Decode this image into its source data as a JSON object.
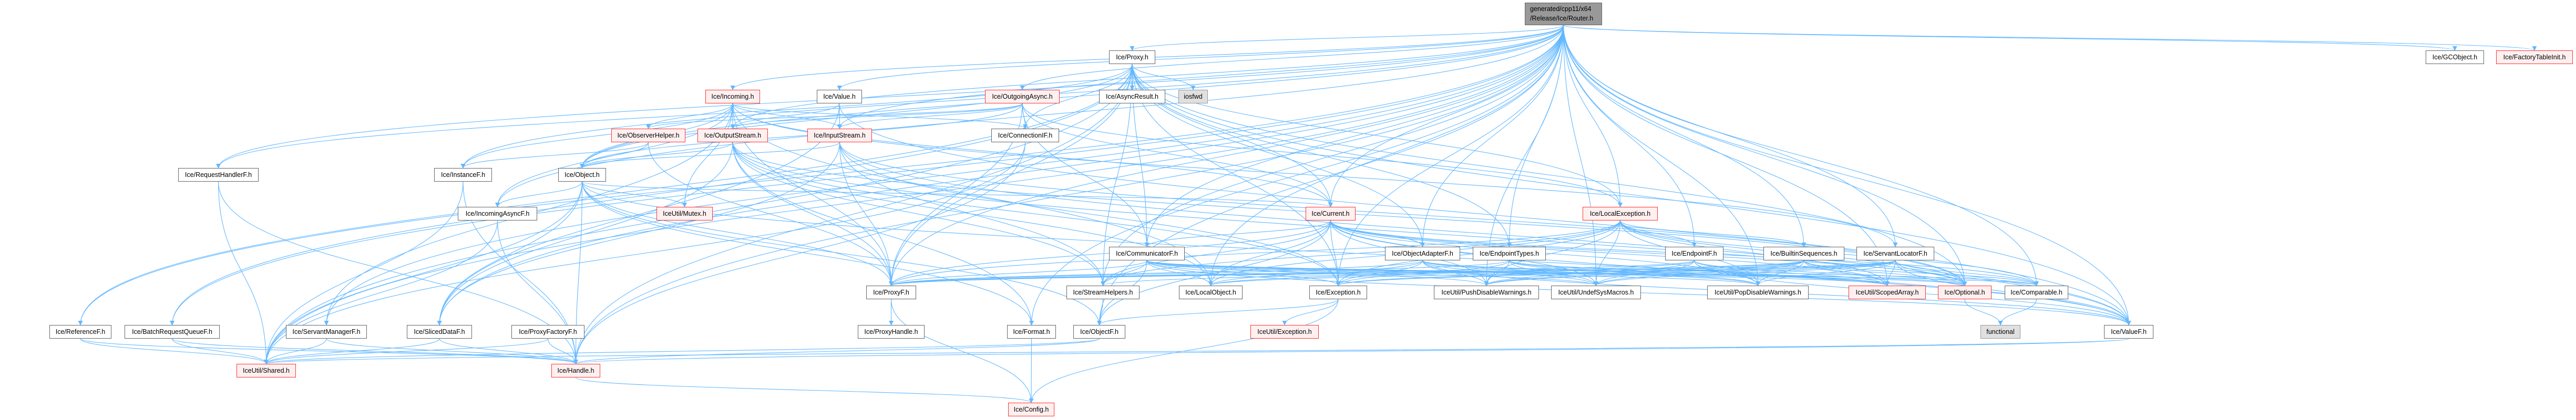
{
  "colors": {
    "edge": "#63b8ff",
    "red_border": "#ff3333",
    "red_fill": "#fff0f0",
    "root_fill": "#999999",
    "system_fill": "#e0e0e0"
  },
  "nodes": [
    {
      "id": "root",
      "label": "generated/cpp11/x64\n/Release/Ice/Router.h",
      "style": "root"
    },
    {
      "id": "proxy",
      "label": "Ice/Proxy.h",
      "style": "normal"
    },
    {
      "id": "gcobject",
      "label": "Ice/GCObject.h",
      "style": "normal"
    },
    {
      "id": "factorytableinit",
      "label": "Ice/FactoryTableInit.h",
      "style": "red"
    },
    {
      "id": "incoming",
      "label": "Ice/Incoming.h",
      "style": "red"
    },
    {
      "id": "value",
      "label": "Ice/Value.h",
      "style": "normal"
    },
    {
      "id": "outgoingasync",
      "label": "Ice/OutgoingAsync.h",
      "style": "red"
    },
    {
      "id": "asyncresult",
      "label": "Ice/AsyncResult.h",
      "style": "normal"
    },
    {
      "id": "iosfwd",
      "label": "iosfwd",
      "style": "gray"
    },
    {
      "id": "observerhelper",
      "label": "Ice/ObserverHelper.h",
      "style": "red"
    },
    {
      "id": "outputstream",
      "label": "Ice/OutputStream.h",
      "style": "red"
    },
    {
      "id": "inputstream",
      "label": "Ice/InputStream.h",
      "style": "red"
    },
    {
      "id": "connectionif",
      "label": "Ice/ConnectionIF.h",
      "style": "normal"
    },
    {
      "id": "requesthandlerf",
      "label": "Ice/RequestHandlerF.h",
      "style": "normal"
    },
    {
      "id": "instancef",
      "label": "Ice/InstanceF.h",
      "style": "normal"
    },
    {
      "id": "object",
      "label": "Ice/Object.h",
      "style": "normal"
    },
    {
      "id": "incomingasyncf",
      "label": "Ice/IncomingAsyncF.h",
      "style": "normal"
    },
    {
      "id": "mutex",
      "label": "IceUtil/Mutex.h",
      "style": "red"
    },
    {
      "id": "current",
      "label": "Ice/Current.h",
      "style": "red"
    },
    {
      "id": "localexception",
      "label": "Ice/LocalException.h",
      "style": "red"
    },
    {
      "id": "communicatorf",
      "label": "Ice/CommunicatorF.h",
      "style": "normal"
    },
    {
      "id": "objectadapterf",
      "label": "Ice/ObjectAdapterF.h",
      "style": "normal"
    },
    {
      "id": "endpointtypes",
      "label": "Ice/EndpointTypes.h",
      "style": "normal"
    },
    {
      "id": "endpointf",
      "label": "Ice/EndpointF.h",
      "style": "normal"
    },
    {
      "id": "builtinsequences",
      "label": "Ice/BuiltinSequences.h",
      "style": "normal"
    },
    {
      "id": "servantlocatorf",
      "label": "Ice/ServantLocatorF.h",
      "style": "normal"
    },
    {
      "id": "proxyf",
      "label": "Ice/ProxyF.h",
      "style": "normal"
    },
    {
      "id": "streamhelpers",
      "label": "Ice/StreamHelpers.h",
      "style": "normal"
    },
    {
      "id": "localobject",
      "label": "Ice/LocalObject.h",
      "style": "normal"
    },
    {
      "id": "exception",
      "label": "Ice/Exception.h",
      "style": "normal"
    },
    {
      "id": "pushdisable",
      "label": "IceUtil/PushDisableWarnings.h",
      "style": "normal"
    },
    {
      "id": "undefsys",
      "label": "IceUtil/UndefSysMacros.h",
      "style": "normal"
    },
    {
      "id": "popdisable",
      "label": "IceUtil/PopDisableWarnings.h",
      "style": "normal"
    },
    {
      "id": "scopedarray",
      "label": "IceUtil/ScopedArray.h",
      "style": "red"
    },
    {
      "id": "optional",
      "label": "Ice/Optional.h",
      "style": "red"
    },
    {
      "id": "comparable",
      "label": "Ice/Comparable.h",
      "style": "normal"
    },
    {
      "id": "referencef",
      "label": "Ice/ReferenceF.h",
      "style": "normal"
    },
    {
      "id": "batchrequestqueuef",
      "label": "Ice/BatchRequestQueueF.h",
      "style": "normal"
    },
    {
      "id": "servantmanagerf",
      "label": "Ice/ServantManagerF.h",
      "style": "normal"
    },
    {
      "id": "slicedataf",
      "label": "Ice/SlicedDataF.h",
      "style": "normal"
    },
    {
      "id": "proxyfactoryf",
      "label": "Ice/ProxyFactoryF.h",
      "style": "normal"
    },
    {
      "id": "proxyhandle",
      "label": "Ice/ProxyHandle.h",
      "style": "normal"
    },
    {
      "id": "format",
      "label": "Ice/Format.h",
      "style": "normal"
    },
    {
      "id": "objectf",
      "label": "Ice/ObjectF.h",
      "style": "normal"
    },
    {
      "id": "iceutilexception",
      "label": "IceUtil/Exception.h",
      "style": "red"
    },
    {
      "id": "functional",
      "label": "functional",
      "style": "gray"
    },
    {
      "id": "valuef",
      "label": "Ice/ValueF.h",
      "style": "normal"
    },
    {
      "id": "shared",
      "label": "IceUtil/Shared.h",
      "style": "red"
    },
    {
      "id": "handle",
      "label": "Ice/Handle.h",
      "style": "red"
    },
    {
      "id": "config",
      "label": "Ice/Config.h",
      "style": "red"
    }
  ],
  "edges": [
    [
      "root",
      "proxy"
    ],
    [
      "root",
      "gcobject"
    ],
    [
      "root",
      "factorytableinit"
    ],
    [
      "root",
      "incoming"
    ],
    [
      "root",
      "value"
    ],
    [
      "root",
      "outgoingasync"
    ],
    [
      "root",
      "outputstream"
    ],
    [
      "root",
      "inputstream"
    ],
    [
      "root",
      "requesthandlerf"
    ],
    [
      "root",
      "instancef"
    ],
    [
      "root",
      "object"
    ],
    [
      "root",
      "incomingasyncf"
    ],
    [
      "root",
      "current"
    ],
    [
      "root",
      "localexception"
    ],
    [
      "root",
      "communicatorf"
    ],
    [
      "root",
      "objectadapterf"
    ],
    [
      "root",
      "endpointtypes"
    ],
    [
      "root",
      "endpointf"
    ],
    [
      "root",
      "builtinsequences"
    ],
    [
      "root",
      "servantlocatorf"
    ],
    [
      "root",
      "proxyf"
    ],
    [
      "root",
      "streamhelpers"
    ],
    [
      "root",
      "localobject"
    ],
    [
      "root",
      "exception"
    ],
    [
      "root",
      "pushdisable"
    ],
    [
      "root",
      "undefsys"
    ],
    [
      "root",
      "popdisable"
    ],
    [
      "root",
      "scopedarray"
    ],
    [
      "root",
      "optional"
    ],
    [
      "root",
      "comparable"
    ],
    [
      "root",
      "referencef"
    ],
    [
      "root",
      "batchrequestqueuef"
    ],
    [
      "root",
      "servantmanagerf"
    ],
    [
      "root",
      "slicedataf"
    ],
    [
      "root",
      "format"
    ],
    [
      "root",
      "objectf"
    ],
    [
      "root",
      "valuef"
    ],
    [
      "root",
      "shared"
    ],
    [
      "root",
      "handle"
    ],
    [
      "proxy",
      "asyncresult"
    ],
    [
      "proxy",
      "iosfwd"
    ],
    [
      "proxy",
      "connectionif"
    ],
    [
      "proxy",
      "current"
    ],
    [
      "proxy",
      "communicatorf"
    ],
    [
      "proxy",
      "objectadapterf"
    ],
    [
      "proxy",
      "endpointtypes"
    ],
    [
      "proxy",
      "localexception"
    ],
    [
      "proxy",
      "proxyf"
    ],
    [
      "proxy",
      "streamhelpers"
    ],
    [
      "proxy",
      "exception"
    ],
    [
      "proxy",
      "handle"
    ],
    [
      "proxy",
      "shared"
    ],
    [
      "proxy",
      "requesthandlerf"
    ],
    [
      "proxy",
      "referencef"
    ],
    [
      "proxy",
      "batchrequestqueuef"
    ],
    [
      "proxy",
      "valuef"
    ],
    [
      "proxy",
      "optional"
    ],
    [
      "proxy",
      "object"
    ],
    [
      "incoming",
      "observerhelper"
    ],
    [
      "incoming",
      "outputstream"
    ],
    [
      "incoming",
      "inputstream"
    ],
    [
      "incoming",
      "connectionif"
    ],
    [
      "incoming",
      "object"
    ],
    [
      "incoming",
      "mutex"
    ],
    [
      "incoming",
      "current"
    ],
    [
      "incoming",
      "servantlocatorf"
    ],
    [
      "incoming",
      "servantmanagerf"
    ],
    [
      "incoming",
      "incomingasyncf"
    ],
    [
      "incoming",
      "instancef"
    ],
    [
      "incoming",
      "proxyf"
    ],
    [
      "incoming",
      "localobject"
    ],
    [
      "value",
      "outputstream"
    ],
    [
      "value",
      "inputstream"
    ],
    [
      "value",
      "valuef"
    ],
    [
      "value",
      "slicedataf"
    ],
    [
      "outgoingasync",
      "outputstream"
    ],
    [
      "outgoingasync",
      "inputstream"
    ],
    [
      "outgoingasync",
      "connectionif"
    ],
    [
      "outgoingasync",
      "observerhelper"
    ],
    [
      "outgoingasync",
      "object"
    ],
    [
      "outgoingasync",
      "current"
    ],
    [
      "outgoingasync",
      "localexception"
    ],
    [
      "outgoingasync",
      "communicatorf"
    ],
    [
      "outgoingasync",
      "proxyf"
    ],
    [
      "observerhelper",
      "object"
    ],
    [
      "observerhelper",
      "proxyf"
    ],
    [
      "observerhelper",
      "instancef"
    ],
    [
      "outputstream",
      "object"
    ],
    [
      "outputstream",
      "proxyf"
    ],
    [
      "outputstream",
      "streamhelpers"
    ],
    [
      "outputstream",
      "localobject"
    ],
    [
      "outputstream",
      "exception"
    ],
    [
      "outputstream",
      "slicedataf"
    ],
    [
      "outputstream",
      "format"
    ],
    [
      "outputstream",
      "optional"
    ],
    [
      "outputstream",
      "valuef"
    ],
    [
      "inputstream",
      "object"
    ],
    [
      "inputstream",
      "proxyf"
    ],
    [
      "inputstream",
      "streamhelpers"
    ],
    [
      "inputstream",
      "slicedataf"
    ],
    [
      "inputstream",
      "valuef"
    ],
    [
      "inputstream",
      "optional"
    ],
    [
      "inputstream",
      "exception"
    ],
    [
      "connectionif",
      "handle"
    ],
    [
      "connectionif",
      "shared"
    ],
    [
      "requesthandlerf",
      "shared"
    ],
    [
      "requesthandlerf",
      "handle"
    ],
    [
      "instancef",
      "shared"
    ],
    [
      "instancef",
      "handle"
    ],
    [
      "object",
      "mutex"
    ],
    [
      "object",
      "proxyf"
    ],
    [
      "object",
      "incomingasyncf"
    ],
    [
      "object",
      "slicedataf"
    ],
    [
      "object",
      "current"
    ],
    [
      "object",
      "objectf"
    ],
    [
      "object",
      "format"
    ],
    [
      "object",
      "handle"
    ],
    [
      "object",
      "shared"
    ],
    [
      "object",
      "valuef"
    ],
    [
      "incomingasyncf",
      "shared"
    ],
    [
      "incomingasyncf",
      "handle"
    ],
    [
      "current",
      "communicatorf"
    ],
    [
      "current",
      "objectadapterf"
    ],
    [
      "current",
      "proxyf"
    ],
    [
      "current",
      "streamhelpers"
    ],
    [
      "current",
      "localobject"
    ],
    [
      "current",
      "exception"
    ],
    [
      "current",
      "pushdisable"
    ],
    [
      "current",
      "undefsys"
    ],
    [
      "current",
      "popdisable"
    ],
    [
      "current",
      "scopedarray"
    ],
    [
      "current",
      "optional"
    ],
    [
      "current",
      "comparable"
    ],
    [
      "current",
      "valuef"
    ],
    [
      "current",
      "objectf"
    ],
    [
      "localexception",
      "exception"
    ],
    [
      "localexception",
      "builtinsequences"
    ],
    [
      "localexception",
      "endpointf"
    ],
    [
      "localexception",
      "pushdisable"
    ],
    [
      "localexception",
      "undefsys"
    ],
    [
      "localexception",
      "popdisable"
    ],
    [
      "localexception",
      "scopedarray"
    ],
    [
      "localexception",
      "optional"
    ],
    [
      "localexception",
      "comparable"
    ],
    [
      "localexception",
      "proxyf"
    ],
    [
      "localexception",
      "streamhelpers"
    ],
    [
      "localexception",
      "localobject"
    ],
    [
      "communicatorf",
      "proxyf"
    ],
    [
      "communicatorf",
      "streamhelpers"
    ],
    [
      "communicatorf",
      "localobject"
    ],
    [
      "communicatorf",
      "exception"
    ],
    [
      "communicatorf",
      "pushdisable"
    ],
    [
      "communicatorf",
      "undefsys"
    ],
    [
      "communicatorf",
      "popdisable"
    ],
    [
      "communicatorf",
      "scopedarray"
    ],
    [
      "communicatorf",
      "optional"
    ],
    [
      "communicatorf",
      "comparable"
    ],
    [
      "communicatorf",
      "objectf"
    ],
    [
      "communicatorf",
      "valuef"
    ],
    [
      "objectadapterf",
      "proxyf"
    ],
    [
      "objectadapterf",
      "localobject"
    ],
    [
      "objectadapterf",
      "exception"
    ],
    [
      "objectadapterf",
      "pushdisable"
    ],
    [
      "objectadapterf",
      "undefsys"
    ],
    [
      "objectadapterf",
      "popdisable"
    ],
    [
      "objectadapterf",
      "scopedarray"
    ],
    [
      "objectadapterf",
      "optional"
    ],
    [
      "objectadapterf",
      "valuef"
    ],
    [
      "endpointtypes",
      "proxyf"
    ],
    [
      "endpointtypes",
      "exception"
    ],
    [
      "endpointtypes",
      "pushdisable"
    ],
    [
      "endpointtypes",
      "undefsys"
    ],
    [
      "endpointtypes",
      "popdisable"
    ],
    [
      "endpointtypes",
      "scopedarray"
    ],
    [
      "endpointtypes",
      "comparable"
    ],
    [
      "endpointf",
      "proxyf"
    ],
    [
      "endpointf",
      "localobject"
    ],
    [
      "endpointf",
      "pushdisable"
    ],
    [
      "endpointf",
      "undefsys"
    ],
    [
      "endpointf",
      "popdisable"
    ],
    [
      "endpointf",
      "scopedarray"
    ],
    [
      "endpointf",
      "optional"
    ],
    [
      "endpointf",
      "valuef"
    ],
    [
      "builtinsequences",
      "proxyf"
    ],
    [
      "builtinsequences",
      "streamhelpers"
    ],
    [
      "builtinsequences",
      "exception"
    ],
    [
      "builtinsequences",
      "pushdisable"
    ],
    [
      "builtinsequences",
      "undefsys"
    ],
    [
      "builtinsequences",
      "popdisable"
    ],
    [
      "builtinsequences",
      "scopedarray"
    ],
    [
      "builtinsequences",
      "optional"
    ],
    [
      "builtinsequences",
      "comparable"
    ],
    [
      "servantlocatorf",
      "proxyf"
    ],
    [
      "servantlocatorf",
      "localobject"
    ],
    [
      "servantlocatorf",
      "exception"
    ],
    [
      "servantlocatorf",
      "pushdisable"
    ],
    [
      "servantlocatorf",
      "undefsys"
    ],
    [
      "servantlocatorf",
      "popdisable"
    ],
    [
      "servantlocatorf",
      "scopedarray"
    ],
    [
      "servantlocatorf",
      "optional"
    ],
    [
      "servantlocatorf",
      "comparable"
    ],
    [
      "servantlocatorf",
      "valuef"
    ],
    [
      "proxyf",
      "proxyhandle"
    ],
    [
      "proxyf",
      "config"
    ],
    [
      "streamhelpers",
      "objectf"
    ],
    [
      "exception",
      "iceutilexception"
    ],
    [
      "exception",
      "objectf"
    ],
    [
      "exception",
      "config"
    ],
    [
      "optional",
      "functional"
    ],
    [
      "comparable",
      "functional"
    ],
    [
      "referencef",
      "shared"
    ],
    [
      "referencef",
      "handle"
    ],
    [
      "batchrequestqueuef",
      "shared"
    ],
    [
      "batchrequestqueuef",
      "handle"
    ],
    [
      "servantmanagerf",
      "shared"
    ],
    [
      "servantmanagerf",
      "handle"
    ],
    [
      "slicedataf",
      "shared"
    ],
    [
      "slicedataf",
      "handle"
    ],
    [
      "proxyfactoryf",
      "shared"
    ],
    [
      "proxyfactoryf",
      "handle"
    ],
    [
      "objectf",
      "handle"
    ],
    [
      "objectf",
      "shared"
    ],
    [
      "format",
      "config"
    ],
    [
      "handle",
      "config"
    ],
    [
      "valuef",
      "handle"
    ],
    [
      "valuef",
      "shared"
    ]
  ]
}
